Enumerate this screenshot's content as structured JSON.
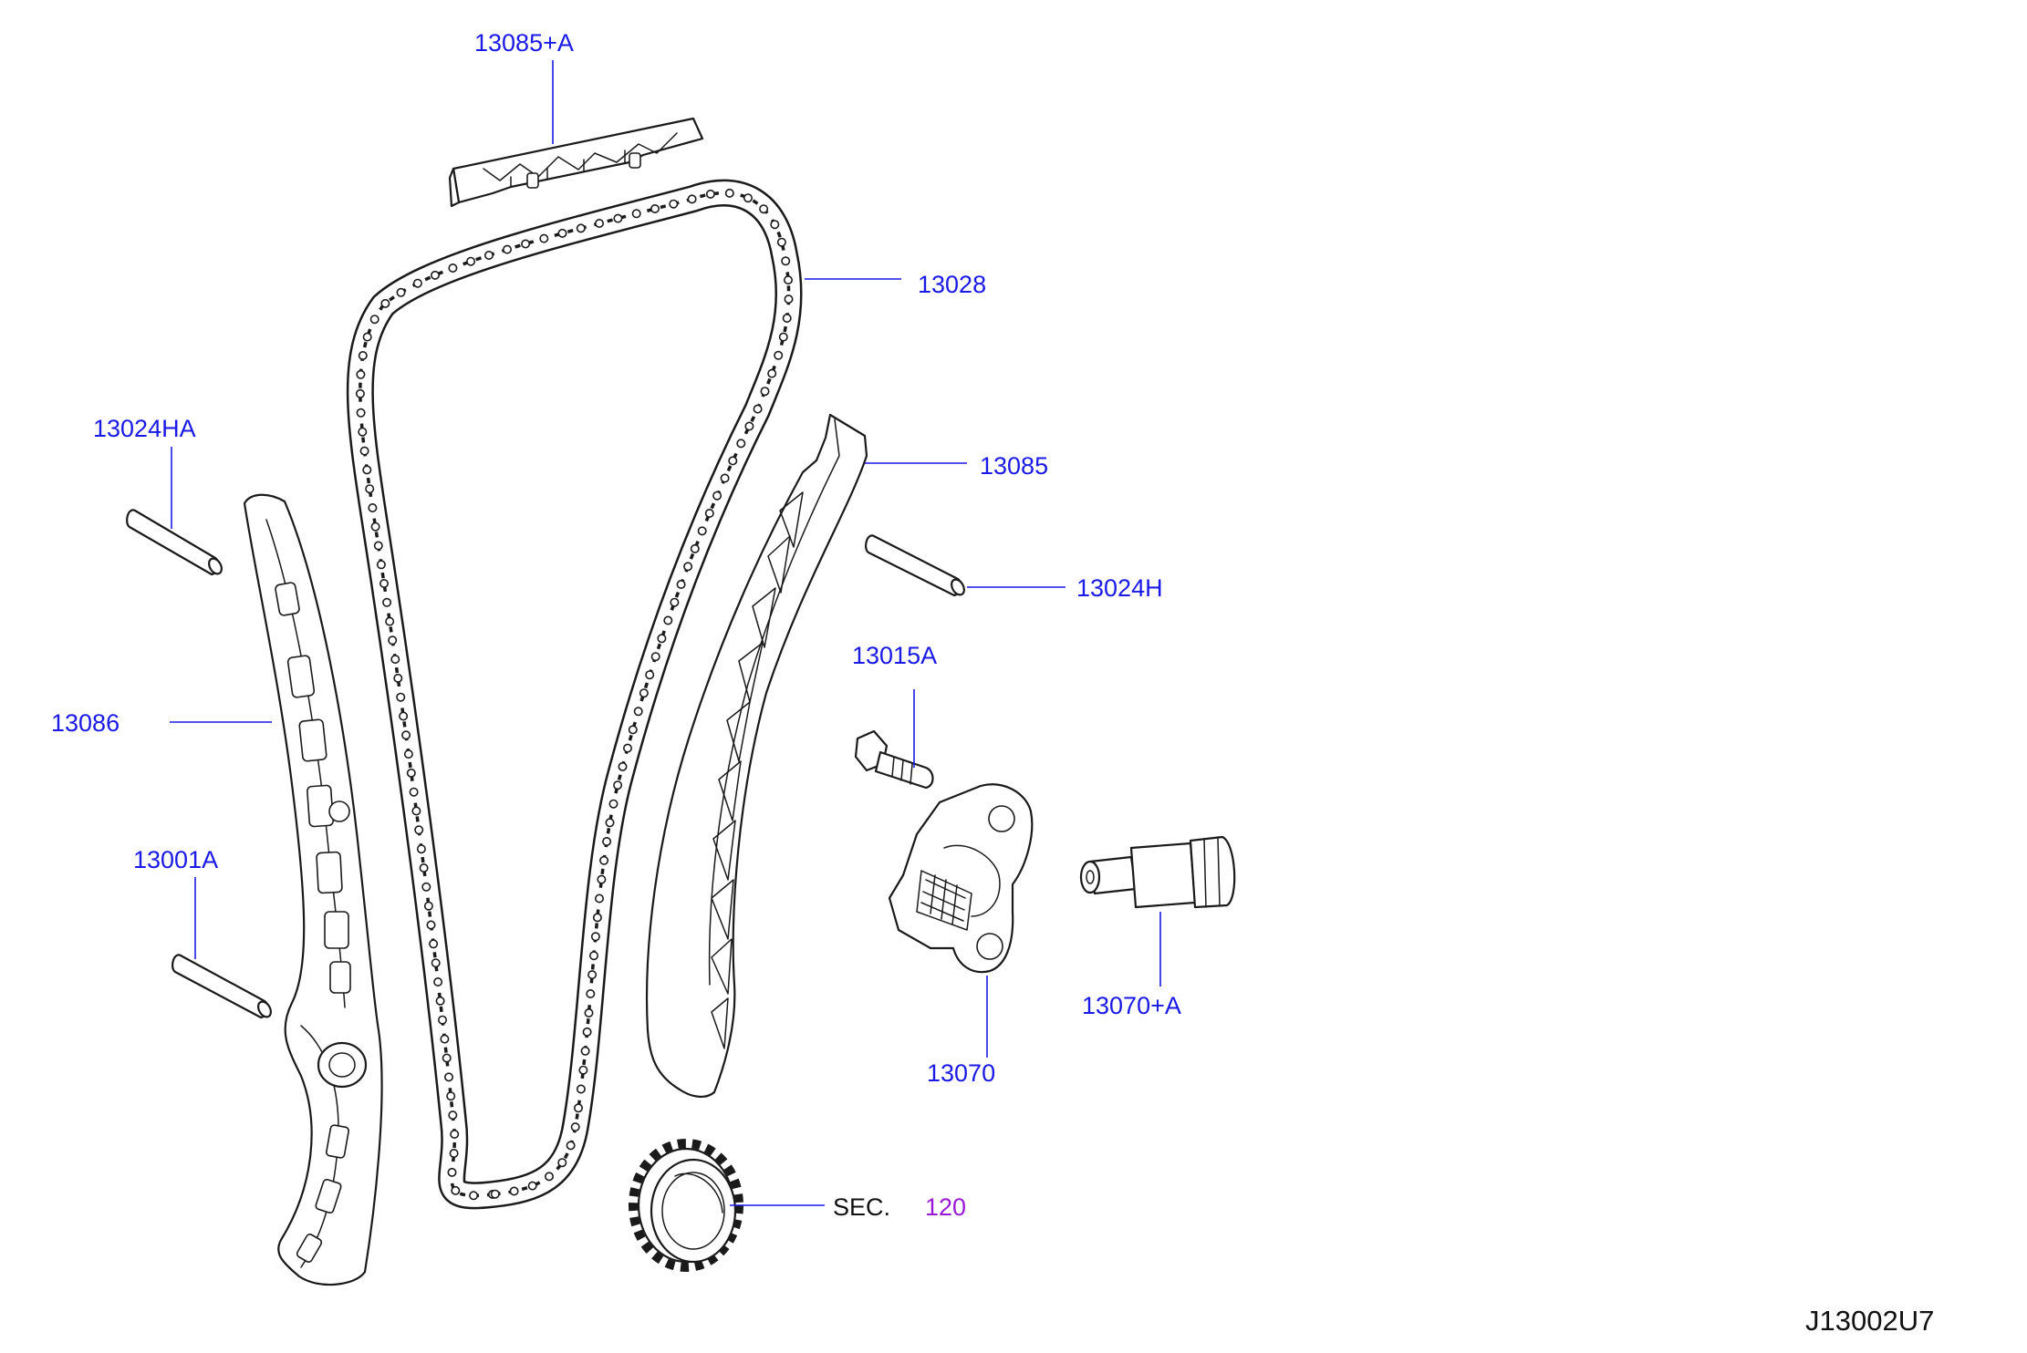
{
  "diagram": {
    "code": "J13002U7",
    "colors": {
      "label": "#1a1ae6",
      "leader": "#1a1ae6",
      "reference": "#9a1ad6",
      "text": "#111111",
      "outline": "#1a1a1a"
    },
    "parts": [
      {
        "id": "guide-upper",
        "label": "13085+A"
      },
      {
        "id": "chain",
        "label": "13028"
      },
      {
        "id": "pin-upper-left",
        "label": "13024HA"
      },
      {
        "id": "guide-right",
        "label": "13085"
      },
      {
        "id": "pin-right",
        "label": "13024H"
      },
      {
        "id": "bolt",
        "label": "13015A"
      },
      {
        "id": "guide-left",
        "label": "13086"
      },
      {
        "id": "pin-lower-left",
        "label": "13001A"
      },
      {
        "id": "tensioner-plunger",
        "label": "13070+A"
      },
      {
        "id": "tensioner-lever",
        "label": "13070"
      }
    ],
    "reference": {
      "prefix": "SEC.",
      "section": "120"
    }
  }
}
